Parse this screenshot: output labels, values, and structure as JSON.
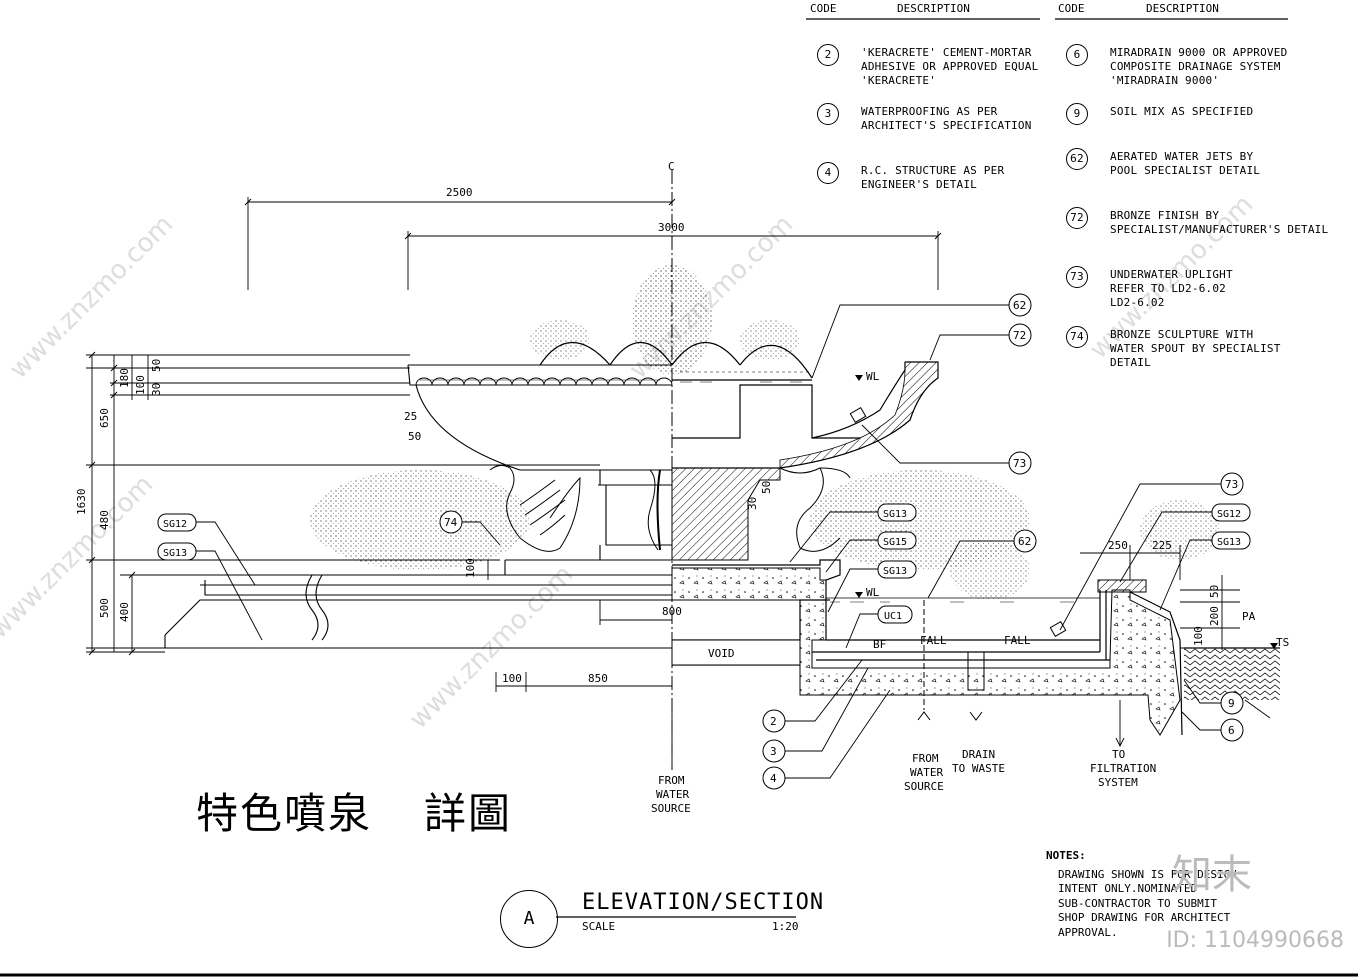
{
  "legend": {
    "header_code": "CODE",
    "header_desc": "DESCRIPTION",
    "left": [
      {
        "code": "2",
        "desc": "'KERACRETE' CEMENT-MORTAR\nADHESIVE OR APPROVED EQUAL\n'KERACRETE'"
      },
      {
        "code": "3",
        "desc": "WATERPROOFING AS PER\nARCHITECT'S SPECIFICATION"
      },
      {
        "code": "4",
        "desc": "R.C. STRUCTURE AS PER\nENGINEER'S DETAIL"
      }
    ],
    "right": [
      {
        "code": "6",
        "desc": "MIRADRAIN 9000 OR APPROVED\nCOMPOSITE DRAINAGE SYSTEM\n'MIRADRAIN 9000'"
      },
      {
        "code": "9",
        "desc": "SOIL MIX AS SPECIFIED"
      },
      {
        "code": "62",
        "desc": "AERATED WATER JETS BY\nPOOL SPECIALIST DETAIL"
      },
      {
        "code": "72",
        "desc": "BRONZE FINISH BY\nSPECIALIST/MANUFACTURER'S DETAIL"
      },
      {
        "code": "73",
        "desc": "UNDERWATER UPLIGHT\nREFER TO LD2-6.02\nLD2-6.02"
      },
      {
        "code": "74",
        "desc": "BRONZE SCULPTURE WITH\nWATER SPOUT BY SPECIALIST\nDETAIL"
      }
    ]
  },
  "dimensions": {
    "d2500": "2500",
    "d3000": "3000",
    "d1630": "1630",
    "d650": "650",
    "d480": "480",
    "d500": "500",
    "d400": "400",
    "d180": "180",
    "d100a": "100",
    "d50": "50",
    "d30": "30",
    "d25": "25",
    "d50b": "50",
    "d30b": "30",
    "d50c": "50",
    "d100b": "100",
    "d800": "800",
    "d100c": "100",
    "d850": "850",
    "d250": "250",
    "d225": "225",
    "d50d": "50",
    "d200": "200",
    "d100d": "100"
  },
  "labels": {
    "centerline": "C",
    "wl1": "WL",
    "wl2": "WL",
    "bf": "BF",
    "fall1": "FALL",
    "fall2": "FALL",
    "void": "VOID",
    "pa": "PA",
    "ts": "TS",
    "sg12a": "SG12",
    "sg13a": "SG13",
    "sg13b": "SG13",
    "sg15": "SG15",
    "sg13c": "SG13",
    "sg12b": "SG12",
    "sg13d": "SG13",
    "uc1": "UC1",
    "c62a": "62",
    "c72": "72",
    "c73a": "73",
    "c74": "74",
    "c62b": "62",
    "c73b": "73",
    "c2": "2",
    "c3": "3",
    "c4": "4",
    "c9": "9",
    "c6": "6",
    "from_water_1": "FROM",
    "from_water_2": "WATER",
    "from_water_3": "SOURCE",
    "from_water2_1": "FROM",
    "from_water2_2": "WATER",
    "from_water2_3": "SOURCE",
    "drain_1": "DRAIN",
    "drain_2": "TO WASTE",
    "filt_1": "TO",
    "filt_2": "FILTRATION",
    "filt_3": "SYSTEM"
  },
  "title": {
    "cn_a": "特色噴泉",
    "cn_b": "詳圖",
    "section_mark": "A",
    "elevation": "ELEVATION/SECTION",
    "scale_label": "SCALE",
    "scale_value": "1:20"
  },
  "notes": {
    "heading": "NOTES:",
    "body": "DRAWING SHOWN IS FOR DESIGN\nINTENT ONLY.NOMINATED\nSUB-CONTRACTOR TO SUBMIT\nSHOP DRAWING FOR ARCHITECT\nAPPROVAL."
  },
  "watermark": {
    "brand": "知末",
    "id": "ID: 1104990668"
  }
}
